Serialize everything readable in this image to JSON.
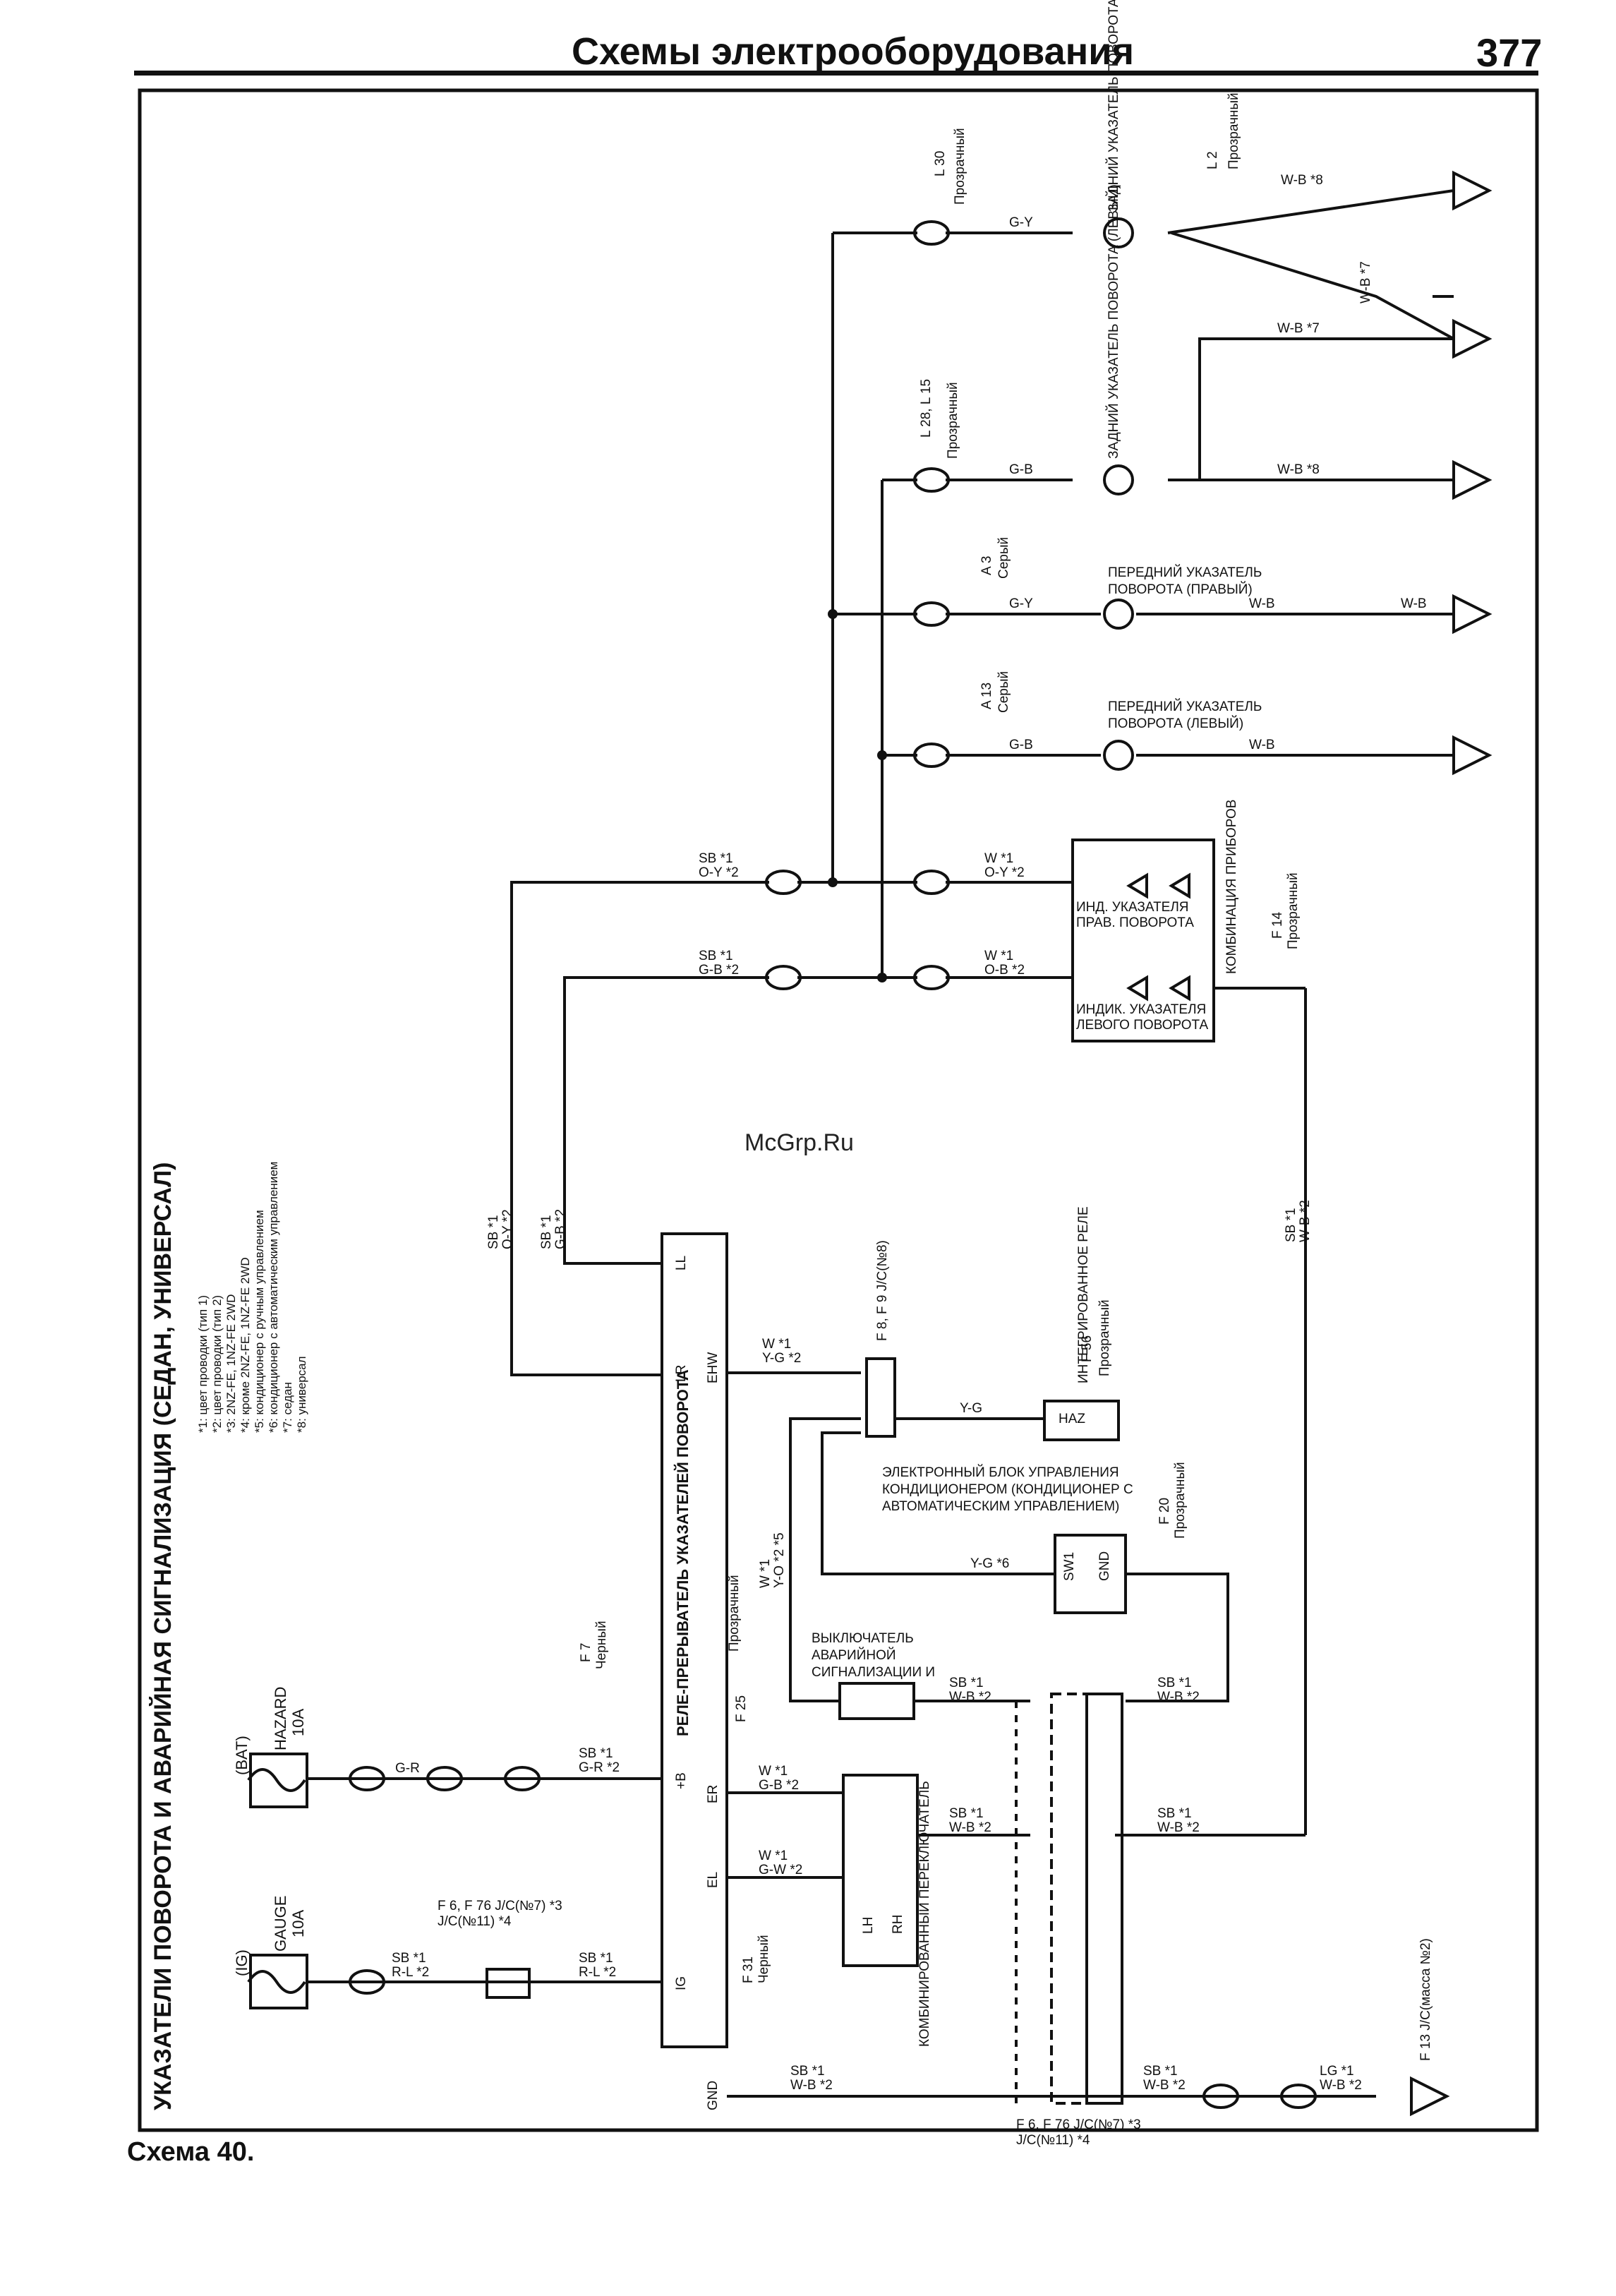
{
  "header": {
    "title": "Схемы электрооборудования",
    "page_number": "377"
  },
  "footer": {
    "caption": "Схема 40."
  },
  "diagram": {
    "title": "УКАЗАТЕЛИ ПОВОРОТА И АВАРИЙНАЯ СИГНАЛИЗАЦИЯ (СЕДАН, УНИВЕРСАЛ)",
    "notes": [
      "*1: цвет проводки (тип 1)",
      "*2: цвет проводки (тип 2)",
      "*3: 2NZ-FE, 1NZ-FE 2WD",
      "*4: кроме 2NZ-FE, 1NZ-FE 2WD",
      "*5: кондиционер с ручным управлением",
      "*6: кондиционер с автоматическим управлением",
      "*7: седан",
      "*8: универсал"
    ],
    "fuses": [
      {
        "source": "(BAT)",
        "name": "HAZARD",
        "rating": "10A"
      },
      {
        "source": "(IG)",
        "name": "GAUGE",
        "rating": "10A"
      }
    ],
    "components": {
      "flasher": "РЕЛЕ-ПРЕРЫВАТЕЛЬ УКАЗАТЕЛЕЙ ПОВОРОТА",
      "flasher_pins": {
        "ll": "LL",
        "lr": "LR",
        "ehw": "EHW",
        "er": "ER",
        "el": "EL",
        "b": "+B",
        "ig": "IG",
        "gnd": "GND"
      },
      "hazard_switch": "ВЫКЛЮЧАТЕЛЬ АВАРИЙНОЙ СИГНАЛИЗАЦИИ И",
      "combo_switch": "КОМБИНИРОВАННЫЙ ПЕРЕКЛЮЧАТЕЛЬ",
      "combo_lh": "LH",
      "combo_rh": "RH",
      "ac_block": "ЭЛЕКТРОННЫЙ БЛОК УПРАВЛЕНИЯ КОНДИЦИОНЕРОМ (КОНДИЦИОНЕР С АВТОМАТИЧЕСКИМ УПРАВЛЕНИЕМ)",
      "ac_sw": "SW1",
      "ac_gnd": "GND",
      "integrated_relay": "ИНТЕГРИРОВАННОЕ РЕЛЕ",
      "haz": "HAZ",
      "ind_right": "ИНД. УКАЗАТЕЛЯ ПРАВ. ПОВОРОТА",
      "ind_left": "ИНДИК. УКАЗАТЕЛЯ ЛЕВОГО ПОВОРОТА",
      "cluster": "КОМБИНАЦИЯ ПРИБОРОВ",
      "front_right": "ПЕРЕДНИЙ УКАЗАТЕЛЬ ПОВОРОТА (ПРАВЫЙ)",
      "front_left": "ПЕРЕДНИЙ УКАЗАТЕЛЬ ПОВОРОТА (ЛЕВЫЙ)",
      "rear_right": "ЗАДНИЙ УКАЗАТЕЛЬ ПОВОРОТА (ПРАВЫЙ)",
      "rear_left": "ЗАДНИЙ УКАЗАТЕЛЬ ПОВОРОТА (ЛЕВЫЙ)"
    },
    "connectors": {
      "f7": "F 7",
      "f7c": "Черный",
      "f25": "F 25",
      "f25c": "Прозрачный",
      "f31": "F 31",
      "f31c": "Черный",
      "f56": "F 56",
      "f56c": "Прозрачный",
      "f20": "F 20",
      "f20c": "Прозрачный",
      "f14": "F 14",
      "f14c": "Прозрачный",
      "a3": "A 3",
      "a3c": "Серый",
      "a13": "A 13",
      "a13c": "Серый",
      "l30": "L 30",
      "l30c": "Прозрачный",
      "l2": "L 2",
      "l2c": "Прозрачный",
      "l28": "L 28, L 15",
      "l28c": "Прозрачный",
      "jc1": "F 6, F 76 J/C(№7) *3 J/C(№11) *4",
      "jc2": "F 6, F 76 J/C(№7) *3 J/C(№11) *4",
      "jc3": "F 8, F 9 J/C(№8)",
      "jc_ground": "F 13 J/C(масса №2)"
    },
    "wires": {
      "sb_gr": "SB *1\nG-R *2",
      "gr": "G-R",
      "sb_rl": "SB *1\nR-L *2",
      "sb_oy": "SB *1\nO-Y *2",
      "sb_gb": "SB *1\nG-B *2",
      "w_oy": "W *1\nO-Y *2",
      "w_gb": "W *1\nO-B *2",
      "gy": "G-Y",
      "gb": "G-B",
      "wb": "W-B",
      "wb7": "W-B *7",
      "wb8": "W-B *8",
      "yg": "Y-G",
      "yg1": "W *1\nY-G *2",
      "yg5": "W *1\nY-O *2 *5",
      "yg6": "Y-G *6",
      "sb_wb": "SB *1\nW-B *2",
      "w_gb2": "W *1\nG-B *2",
      "w_gw": "W *1\nG-W *2",
      "lg_wb": "LG *1\nW-B *2",
      "sb_wb_dn": "SB *1\nW-B *2"
    },
    "watermark": "McGrp.Ru"
  }
}
